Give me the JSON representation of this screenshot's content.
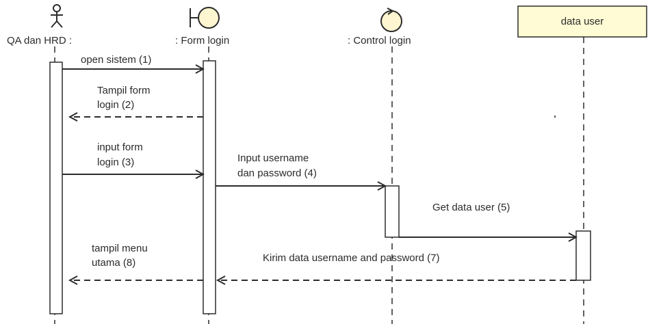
{
  "participants": {
    "actor": {
      "label": "QA dan HRD :"
    },
    "boundary": {
      "label": ": Form login"
    },
    "control": {
      "label": ": Control login"
    },
    "entity": {
      "label": "data user"
    }
  },
  "messages": {
    "m1": {
      "line1": "open sistem (1)"
    },
    "m2": {
      "line1": "Tampil form",
      "line2": "login (2)"
    },
    "m3": {
      "line1": "input form",
      "line2": "login (3)"
    },
    "m4": {
      "line1": "Input username",
      "line2": "dan password (4)"
    },
    "m5": {
      "line1": "Get data user (5)"
    },
    "m7": {
      "line1": "Kirim data username and password (7)"
    },
    "m8": {
      "line1": "tampil menu",
      "line2": "utama (8)"
    }
  },
  "colors": {
    "stroke": "#2b2b2b",
    "symbol_fill": "#fdf6d0",
    "entity_fill": "#fffbd4",
    "activation_fill": "#ffffff"
  }
}
